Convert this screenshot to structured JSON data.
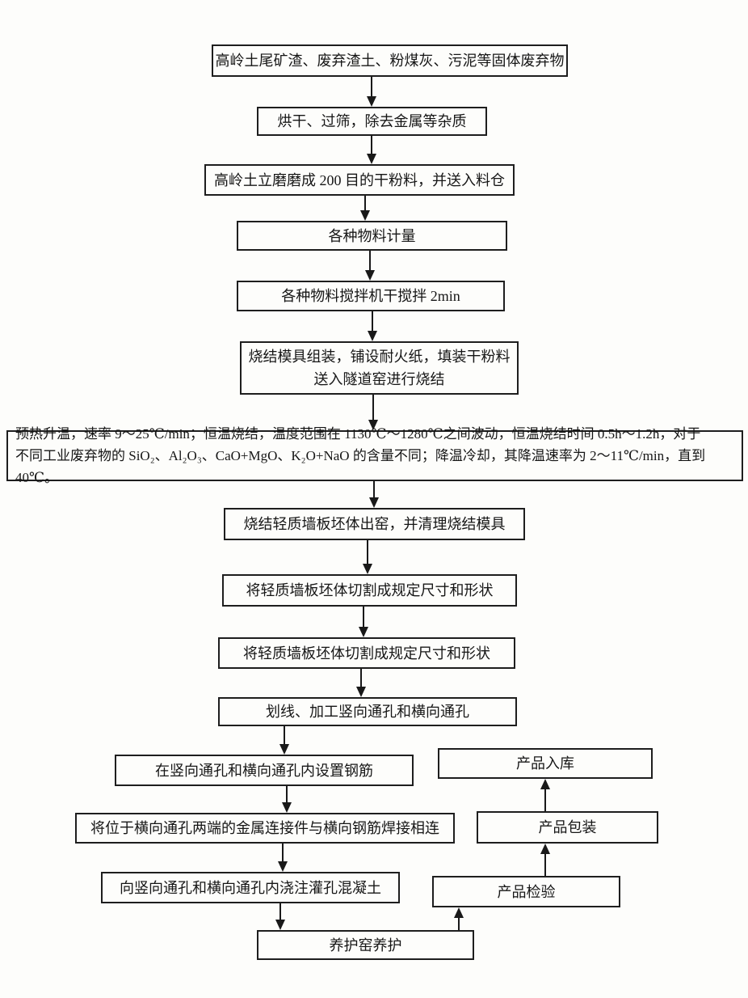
{
  "diagram": {
    "type": "flowchart",
    "language": "zh-CN",
    "colors": {
      "line": "#1e1e1e",
      "background": "#fdfdfb",
      "text": "#161616"
    }
  },
  "nodes": [
    {
      "id": "raw-materials",
      "text": "高岭土尾矿渣、废弃渣土、粉煤灰、污泥等固体废弃物"
    },
    {
      "id": "dry-sieve",
      "text": "烘干、过筛，除去金属等杂质"
    },
    {
      "id": "grinding",
      "text": "高岭土立磨磨成 200 目的干粉料，并送入料仓"
    },
    {
      "id": "measuring",
      "text": "各种物料计量"
    },
    {
      "id": "mixing",
      "text": "各种物料搅拌机干搅拌 2min"
    },
    {
      "id": "mold-assembly",
      "text": "烧结模具组装，铺设耐火纸，填装干粉料\n送入隧道窑进行烧结"
    },
    {
      "id": "sintering",
      "text": "预热升温，速率 9～25℃/min；恒温烧结，温度范围在 1130℃～1280℃之间波动，恒温烧结时间 0.5h～1.2h，对于\n不同工业废弃物的 SiO₂、Al₂O₃、CaO+MgO、K₂O+NaO 的含量不同；降温冷却，其降温速率为 2～11℃/min，直到 40℃。"
    },
    {
      "id": "demolding",
      "text": "烧结轻质墙板坯体出窑，并清理烧结模具"
    },
    {
      "id": "cutting-1",
      "text": "将轻质墙板坯体切割成规定尺寸和形状"
    },
    {
      "id": "cutting-2",
      "text": "将轻质墙板坯体切割成规定尺寸和形状"
    },
    {
      "id": "scribing-drilling",
      "text": "划线、加工竖向通孔和横向通孔"
    },
    {
      "id": "rebar-placement",
      "text": "在竖向通孔和横向通孔内设置钢筋"
    },
    {
      "id": "welding",
      "text": "将位于横向通孔两端的金属连接件与横向钢筋焊接相连"
    },
    {
      "id": "concrete-pouring",
      "text": "向竖向通孔和横向通孔内浇注灌孔混凝土"
    },
    {
      "id": "curing",
      "text": "养护窑养护"
    },
    {
      "id": "product-storage",
      "text": "产品入库"
    },
    {
      "id": "product-packaging",
      "text": "产品包装"
    },
    {
      "id": "product-inspection",
      "text": "产品检验"
    }
  ],
  "edges": [
    {
      "from": "raw-materials",
      "to": "dry-sieve",
      "direction": "down"
    },
    {
      "from": "dry-sieve",
      "to": "grinding",
      "direction": "down"
    },
    {
      "from": "grinding",
      "to": "measuring",
      "direction": "down"
    },
    {
      "from": "measuring",
      "to": "mixing",
      "direction": "down"
    },
    {
      "from": "mixing",
      "to": "mold-assembly",
      "direction": "down"
    },
    {
      "from": "mold-assembly",
      "to": "sintering",
      "direction": "down"
    },
    {
      "from": "sintering",
      "to": "demolding",
      "direction": "down"
    },
    {
      "from": "demolding",
      "to": "cutting-1",
      "direction": "down"
    },
    {
      "from": "cutting-1",
      "to": "cutting-2",
      "direction": "down"
    },
    {
      "from": "cutting-2",
      "to": "scribing-drilling",
      "direction": "down"
    },
    {
      "from": "scribing-drilling",
      "to": "rebar-placement",
      "direction": "down"
    },
    {
      "from": "rebar-placement",
      "to": "welding",
      "direction": "down"
    },
    {
      "from": "welding",
      "to": "concrete-pouring",
      "direction": "down"
    },
    {
      "from": "concrete-pouring",
      "to": "curing",
      "direction": "down"
    },
    {
      "from": "curing",
      "to": "product-inspection",
      "direction": "up"
    },
    {
      "from": "product-inspection",
      "to": "product-packaging",
      "direction": "up"
    },
    {
      "from": "product-packaging",
      "to": "product-storage",
      "direction": "up"
    }
  ]
}
